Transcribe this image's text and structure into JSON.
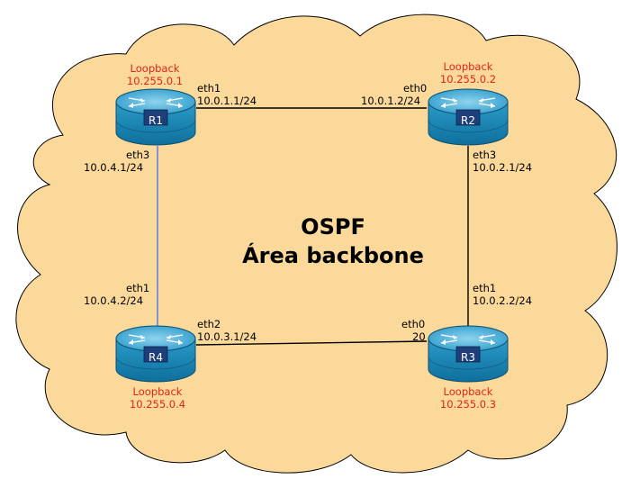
{
  "diagram": {
    "title_line1": "OSPF",
    "title_line2": "Área backbone",
    "colors": {
      "cloud_fill": "#fbd99b",
      "router_body": "#1b8fbf",
      "router_top": "#4db5dd",
      "link_black": "#000000",
      "link_blue": "#3366ff",
      "loopback_text": "#e3241b"
    },
    "routers": {
      "r1": {
        "name": "R1",
        "loopback_label": "Loopback",
        "loopback_ip": "10.255.0.1"
      },
      "r2": {
        "name": "R2",
        "loopback_label": "Loopback",
        "loopback_ip": "10.255.0.2"
      },
      "r3": {
        "name": "R3",
        "loopback_label": "Loopback",
        "loopback_ip": "10.255.0.3"
      },
      "r4": {
        "name": "R4",
        "loopback_label": "Loopback",
        "loopback_ip": "10.255.0.4"
      }
    },
    "interfaces": {
      "r1_eth1": {
        "name": "eth1",
        "ip": "10.0.1.1/24"
      },
      "r1_eth3": {
        "name": "eth3",
        "ip": "10.0.4.1/24"
      },
      "r2_eth0": {
        "name": "eth0",
        "ip": "10.0.1.2/24"
      },
      "r2_eth3": {
        "name": "eth3",
        "ip": "10.0.2.1/24"
      },
      "r3_eth1": {
        "name": "eth1",
        "ip": "10.0.2.2/24"
      },
      "r3_eth0": {
        "name": "eth0",
        "cost": "20"
      },
      "r4_eth1": {
        "name": "eth1",
        "ip": "10.0.4.2/24"
      },
      "r4_eth2": {
        "name": "eth2",
        "ip": "10.0.3.1/24"
      }
    }
  }
}
